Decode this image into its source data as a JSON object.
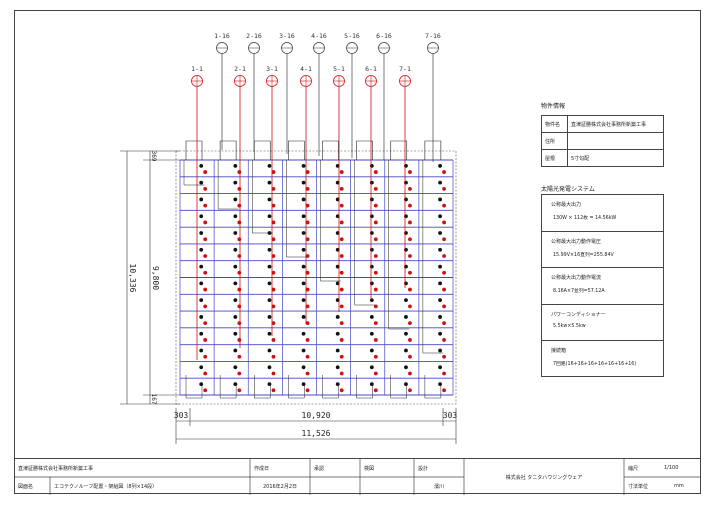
{
  "strings": {
    "top_labels": [
      "1-16",
      "2-16",
      "3-16",
      "4-16",
      "5-16",
      "6-16",
      "7-16"
    ],
    "red_labels": [
      "1-1",
      "2-1",
      "3-1",
      "4-1",
      "5-1",
      "6-1",
      "7-1"
    ]
  },
  "dimensions": {
    "top_small": "369",
    "bottom_small": "167",
    "height_outer": "10,336",
    "height_inner": "9,800",
    "left_margin": "303",
    "right_margin": "303",
    "width_inner": "10,920",
    "width_outer": "11,526"
  },
  "info": {
    "title": "物件情報",
    "rows": [
      {
        "key": "物件名",
        "value": "直津証勝株式会社事務所新築工事"
      },
      {
        "key": "住所",
        "value": ""
      },
      {
        "key": "屋根",
        "value": "5寸勾配"
      }
    ]
  },
  "system": {
    "title": "太陽光発電システム",
    "items": [
      {
        "label": "公称最大出力",
        "value": "130W × 112枚 = 14.56kW"
      },
      {
        "label": "公称最大出力動作電圧",
        "value": "15.99V×16直列=255.84V"
      },
      {
        "label": "公称最大出力動作電流",
        "value": "8.16A×7並列=57.12A"
      },
      {
        "label": "パワーコンディショナー",
        "value": "5.5kw×5.5kw"
      },
      {
        "label": "接続箱",
        "value": "7回路(16+16+16+16+16+16+16)"
      }
    ]
  },
  "titleblock": {
    "project": "直津証勝株式会社事務所新築工事",
    "drawing_label": "図面名",
    "drawing_name": "エコテクノルーフ配置・架給図（8列×14段）",
    "created_label": "作成日",
    "created_date": "2016年2月2日",
    "checked_label": "承認",
    "inspected_label": "検図",
    "designer_label": "設計",
    "designer_name": "濱川",
    "company": "株式会社 タニタハウジングウェア",
    "scale_label": "縮尺",
    "scale_value": "1/100",
    "unit_label": "寸法単位",
    "unit_value": "mm"
  }
}
